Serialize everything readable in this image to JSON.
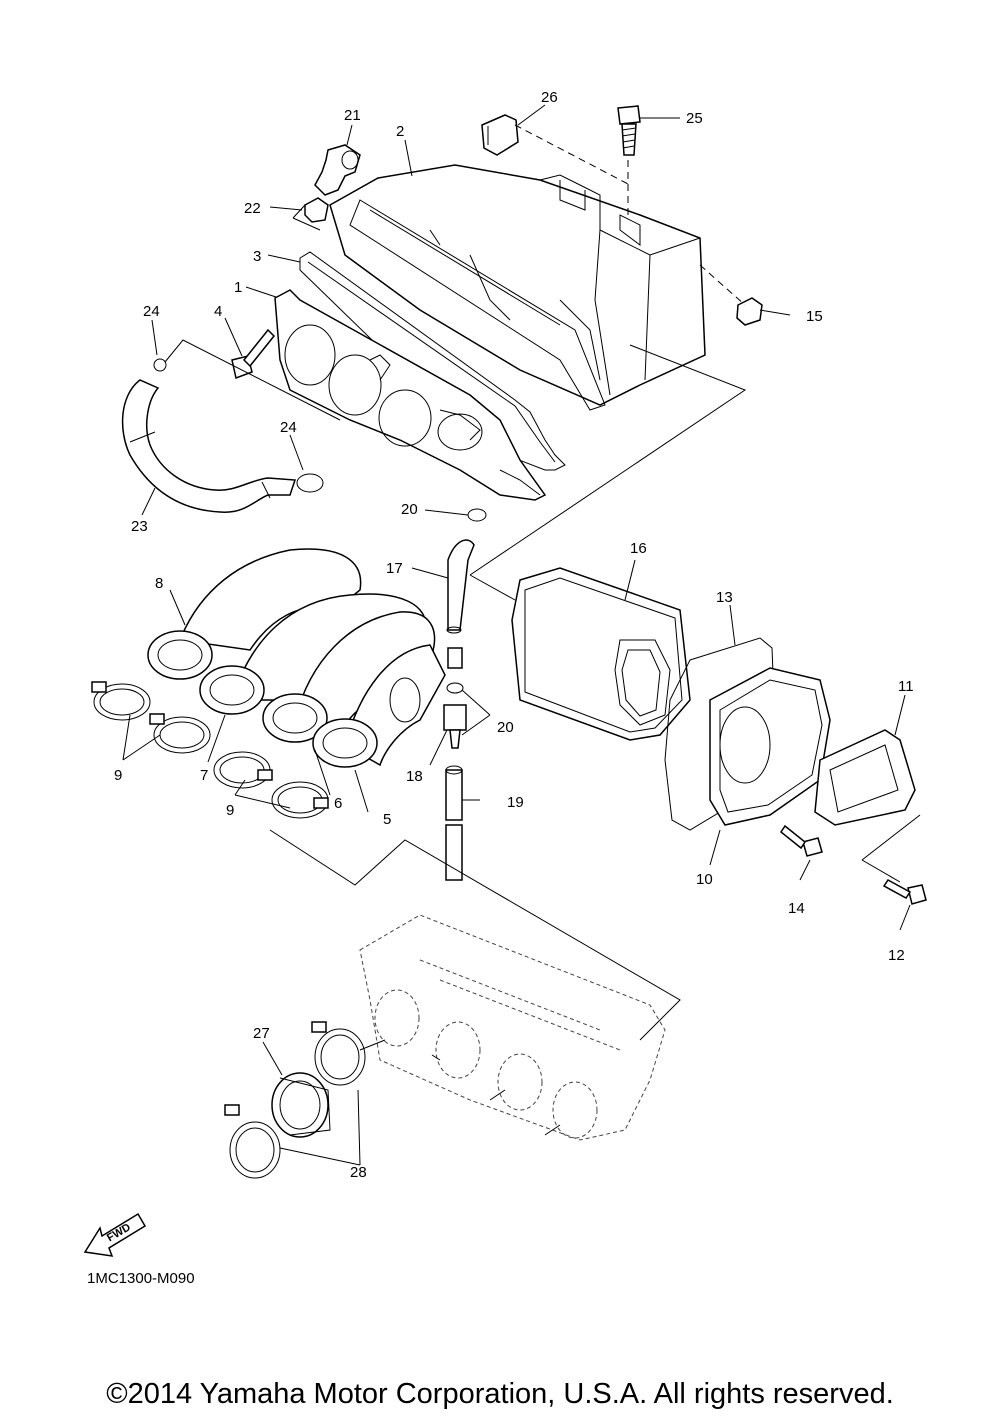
{
  "diagram": {
    "code": "1MC1300-M090",
    "fwd_label": "FWD",
    "copyright": "©2014 Yamaha Motor Corporation, U.S.A. All rights reserved.",
    "callouts": [
      "1",
      "2",
      "3",
      "4",
      "5",
      "6",
      "7",
      "8",
      "9",
      "9",
      "10",
      "11",
      "12",
      "13",
      "14",
      "15",
      "16",
      "17",
      "18",
      "19",
      "20",
      "20",
      "21",
      "22",
      "23",
      "24",
      "24",
      "25",
      "26",
      "27",
      "28"
    ]
  }
}
